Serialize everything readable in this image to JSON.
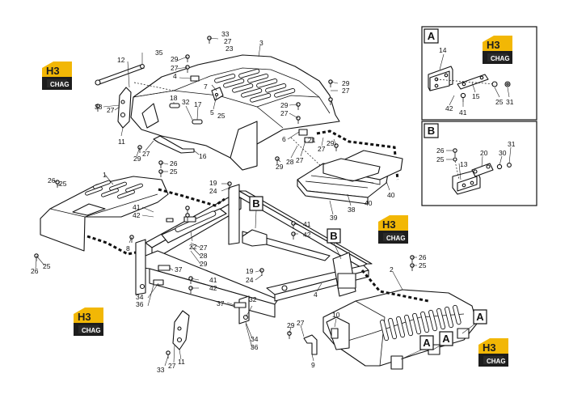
{
  "logo": {
    "mark": "H3",
    "word": "CHAG",
    "icon": "house-roof-icon",
    "colors": {
      "top": "#f2b705",
      "bottom": "#1d1d1d",
      "text": "#ffffff"
    }
  },
  "detail_labels": {
    "a": "A",
    "b": "B"
  },
  "callouts": {
    "c1": "12",
    "c2": "35",
    "c3": "29",
    "c4": "27",
    "c5": "33",
    "c6": "27",
    "c7": "23",
    "c8": "3",
    "c9": "7",
    "c10": "4",
    "c11": "18",
    "c12": "32",
    "c13": "33",
    "c14": "27",
    "c15": "11",
    "c16": "17",
    "c17": "5",
    "c18": "25",
    "c19": "29",
    "c20": "27",
    "c21": "29",
    "c22": "27",
    "c23": "6",
    "c24": "21",
    "c25": "27",
    "c26": "29",
    "c27": "29",
    "c28": "27",
    "c29": "16",
    "c30": "29",
    "c31": "28",
    "c32": "27",
    "c33": "1",
    "c34": "26",
    "c35": "25",
    "c36": "26",
    "c37": "25",
    "c38": "19",
    "c39": "24",
    "c40": "41",
    "c41": "42",
    "c42": "8",
    "c43": "22",
    "c44": "25",
    "c45": "26",
    "c46": "41",
    "c47": "42",
    "c48": "37",
    "c49": "27",
    "c50": "28",
    "c51": "29",
    "c52": "41",
    "c53": "42",
    "c54": "34",
    "c55": "36",
    "c56": "37",
    "c57": "32",
    "c58": "34",
    "c59": "36",
    "c60": "33",
    "c61": "27",
    "c62": "11",
    "c63": "40",
    "c64": "38",
    "c65": "40",
    "c66": "39",
    "c67": "19",
    "c68": "24",
    "c69": "4",
    "c70": "2",
    "c71": "26",
    "c72": "25",
    "c73": "10",
    "c74": "29",
    "c75": "27",
    "c76": "9",
    "a1": "14",
    "a2": "15",
    "a3": "42",
    "a4": "41",
    "a5": "25",
    "a6": "31",
    "b1": "26",
    "b2": "25",
    "b3": "13",
    "b4": "20",
    "b5": "30",
    "b6": "31"
  }
}
